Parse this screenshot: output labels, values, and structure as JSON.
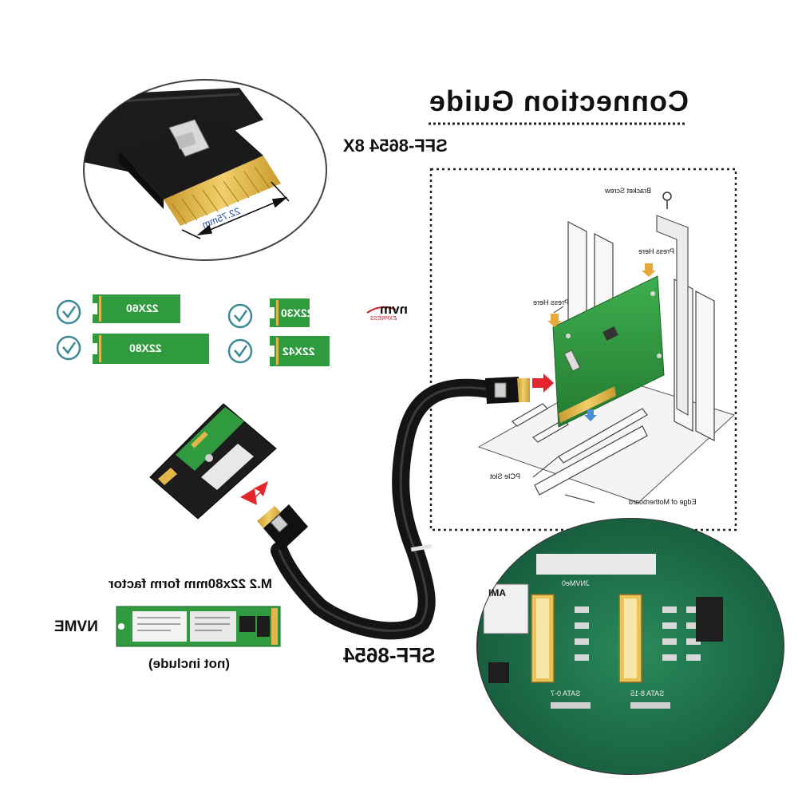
{
  "title": "Connection Guide",
  "header_connector": "SFF-8654 8X",
  "cable_label": "SFF-8654",
  "dimension_label": "22.75mm",
  "nvme_logo": {
    "text": "nvm",
    "sub": "EXPRESS"
  },
  "ssd_sizes": [
    {
      "label": "22X60"
    },
    {
      "label": "22X30"
    },
    {
      "label": "22X80"
    },
    {
      "label": "22X42"
    }
  ],
  "form_factor_label": "M.2 22x80mm form factor",
  "nvme_label": "NVME",
  "not_include_label": "(not include)",
  "install_diagram": {
    "bracket_screw": "Bracket Screw",
    "press_here_top": "Press Here",
    "press_here": "Press Here",
    "pcie_slot": "PCIe Slot",
    "motherboard": "Edge of Motherboard"
  },
  "motherboard_photo": {
    "chip_text": "AMI",
    "port_label_1": "SATA 0-7",
    "port_label_2": "SATA 8-15",
    "port_label_3": "JNVMe0"
  },
  "colors": {
    "pcb_green": "#2f9a3e",
    "gold": "#e2b64a",
    "cable_black": "#141414",
    "arrow_red": "#e3262a",
    "check_teal": "#3a8a97",
    "dotted_border": "#222222"
  }
}
